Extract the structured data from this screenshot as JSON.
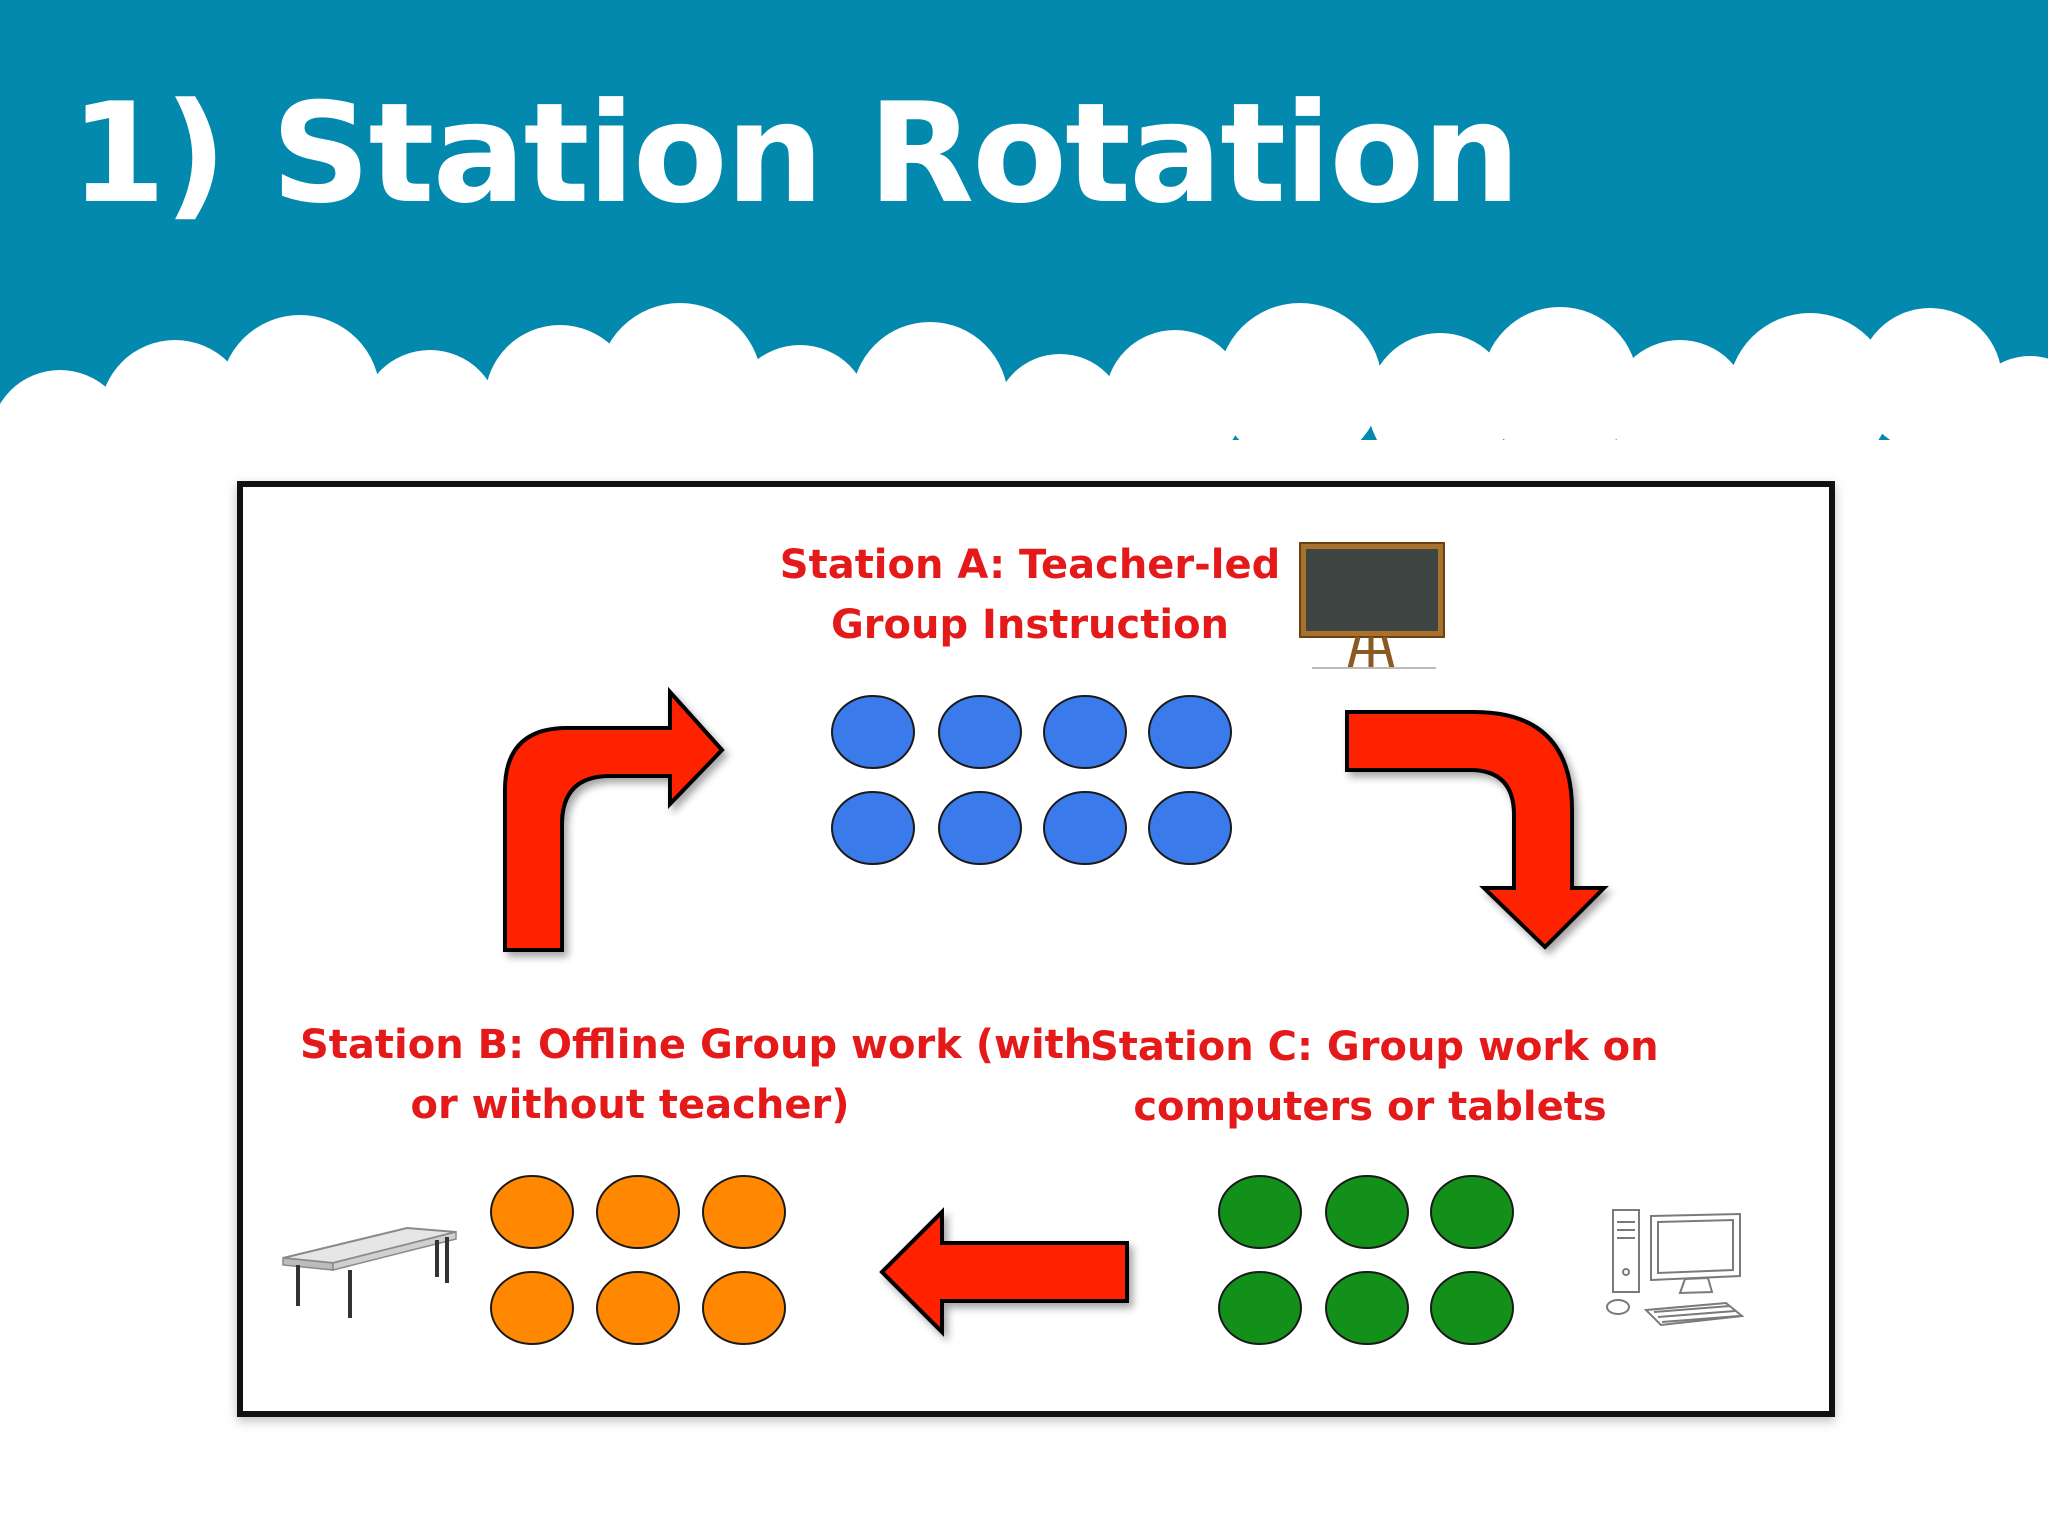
{
  "slide": {
    "title": "1) Station Rotation",
    "colors": {
      "header": "#0289ad",
      "cloud": "#ffffff",
      "label": "#e41a1a",
      "arrow": "#ff2200",
      "station_a": "#3a7aea",
      "station_b": "#ff8800",
      "station_c": "#12901a"
    }
  },
  "stations": {
    "a": {
      "label_line1": "Station A: Teacher-led",
      "label_line2": "Group Instruction",
      "student_count": 8,
      "icon": "chalkboard-icon"
    },
    "b": {
      "label_line1": "Station B: Offline Group work (with",
      "label_line2": "or without teacher)",
      "student_count": 6,
      "icon": "table-icon"
    },
    "c": {
      "label_line1": "Station C: Group work on",
      "label_line2": "computers or tablets",
      "student_count": 6,
      "icon": "desktop-computer-icon"
    }
  }
}
